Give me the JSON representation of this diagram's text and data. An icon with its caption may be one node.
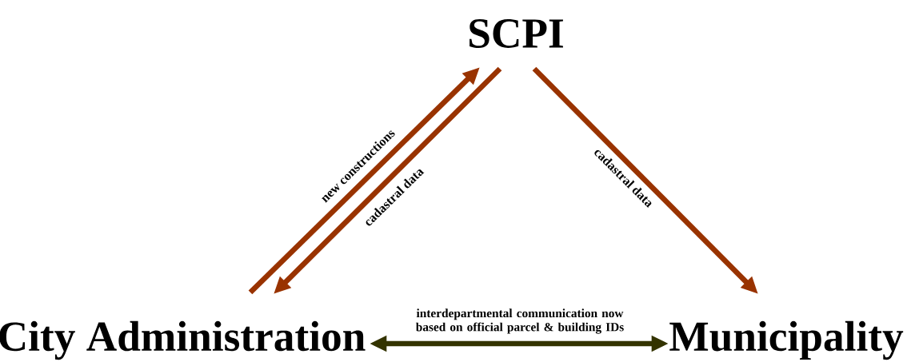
{
  "diagram": {
    "nodes": [
      {
        "text": [
          "SCPI"
        ]
      },
      {
        "text": [
          "City Administration"
        ]
      },
      {
        "text": [
          "Municipality"
        ]
      }
    ],
    "edges": [
      {
        "from": 1,
        "to": 0,
        "arrow": "to",
        "label": "new constructions"
      },
      {
        "from": 0,
        "to": 1,
        "arrow": "to",
        "label": "cadastral data"
      },
      {
        "from": 0,
        "to": 2,
        "arrow": "to",
        "label": "cadastral data"
      },
      {
        "from": 1,
        "to": 2,
        "arrow": "both",
        "label": "interdepartmental communication now based on official parcel & building IDs",
        "color": "#333300"
      }
    ]
  }
}
